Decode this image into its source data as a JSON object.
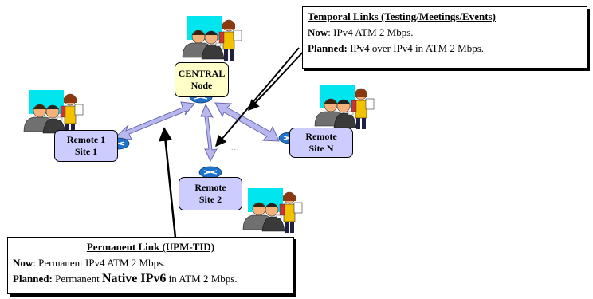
{
  "nodes": {
    "central": {
      "line1": "CENTRAL",
      "line2": "Node"
    },
    "remote1": {
      "line1": "Remote 1",
      "line2": "Site 1"
    },
    "remote2": {
      "line1": "Remote",
      "line2": "Site 2"
    },
    "remoteN": {
      "line1": "Remote",
      "line2": "Site N"
    }
  },
  "ellipsis": "...",
  "temporal": {
    "title": "Temporal Links (Testing/Meetings/Events)",
    "now_label": "Now",
    "now_text": ": IPv4 ATM 2 Mbps.",
    "planned_label": "Planned:",
    "planned_text": " IPv4 over IPv4 in ATM 2 Mbps."
  },
  "permanent": {
    "title": "Permanent Link (UPM-TID)",
    "now_label": "Now",
    "now_text": ": Permanent IPv4 ATM 2 Mbps.",
    "planned_label": "Planned:",
    "planned_pre": " Permanent ",
    "planned_emph": "Native IPv6",
    "planned_post": " in ATM 2 Mbps."
  },
  "colors": {
    "link": "#b8b8ee",
    "remote_fill": "#ccccff",
    "central_fill": "#ffffc8",
    "router": "#1f73c8",
    "screen": "#00e5ee"
  }
}
